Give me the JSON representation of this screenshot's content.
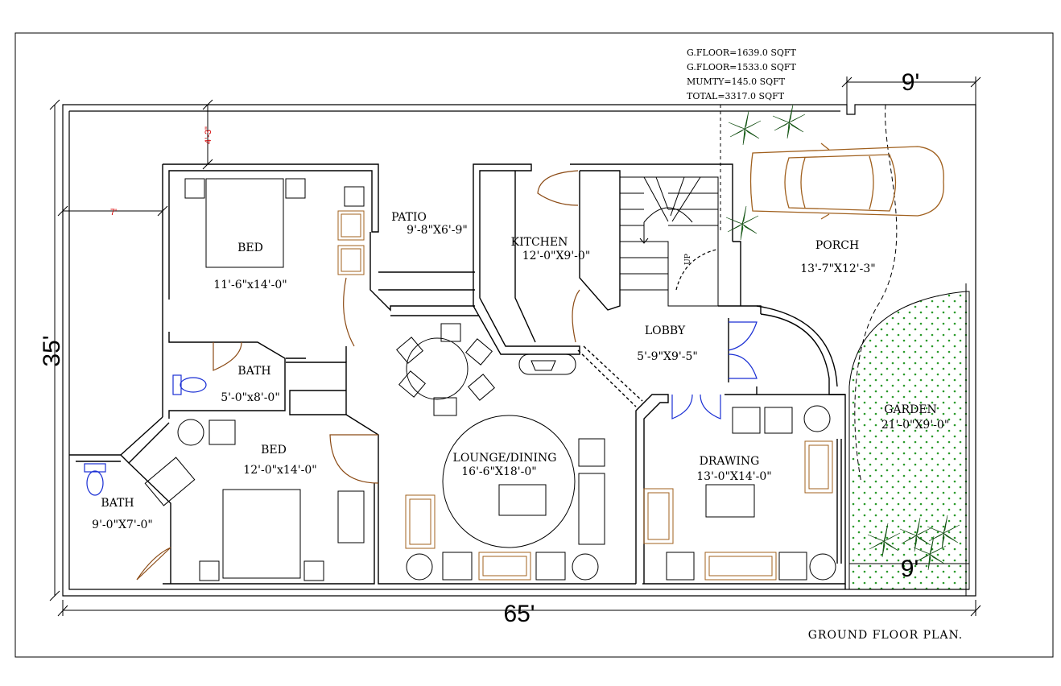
{
  "area_summary": [
    "G.FLOOR=1639.0 SQFT",
    "G.FLOOR=1533.0 SQFT",
    "MUMTY=145.0 SQFT",
    "TOTAL=3317.0 SQFT"
  ],
  "dimensions": {
    "overall_width": "65'",
    "overall_depth": "35'",
    "porch_width": "9'",
    "garden_width": "9'",
    "front_setback": "4'-3\"",
    "side_setback": "7'"
  },
  "rooms": {
    "bed1": {
      "name": "BED",
      "size": "11'-6\"x14'-0\""
    },
    "bath1": {
      "name": "BATH",
      "size": "5'-0\"x8'-0\""
    },
    "patio": {
      "name": "PATIO",
      "size": "9'-8\"X6'-9\""
    },
    "kitchen": {
      "name": "KITCHEN",
      "size": "12'-0\"X9'-0\""
    },
    "porch": {
      "name": "PORCH",
      "size": "13'-7\"X12'-3\""
    },
    "lobby": {
      "name": "LOBBY",
      "size": "5'-9\"X9'-5\""
    },
    "garden": {
      "name": "GARDEN",
      "size": "21'-0\"X9'-0\""
    },
    "bed2": {
      "name": "BED",
      "size": "12'-0\"x14'-0\""
    },
    "lounge": {
      "name": "LOUNGE/DINING",
      "size": "16'-6\"X18'-0\""
    },
    "drawing": {
      "name": "DRAWING",
      "size": "13'-0\"X14'-0\""
    },
    "bath2": {
      "name": "BATH",
      "size": "9'-0\"X7'-0\""
    }
  },
  "stair_label": "UP",
  "drawing_title": "GROUND FLOOR PLAN.",
  "colors": {
    "lines": "#000000",
    "doors": "#8b4a14",
    "furniture": "#a0601e",
    "fixtures": "#1a2fd4",
    "plants": "#1f7a1f",
    "garden_dots": "#2a9a2a",
    "dim_red": "#d40000"
  }
}
